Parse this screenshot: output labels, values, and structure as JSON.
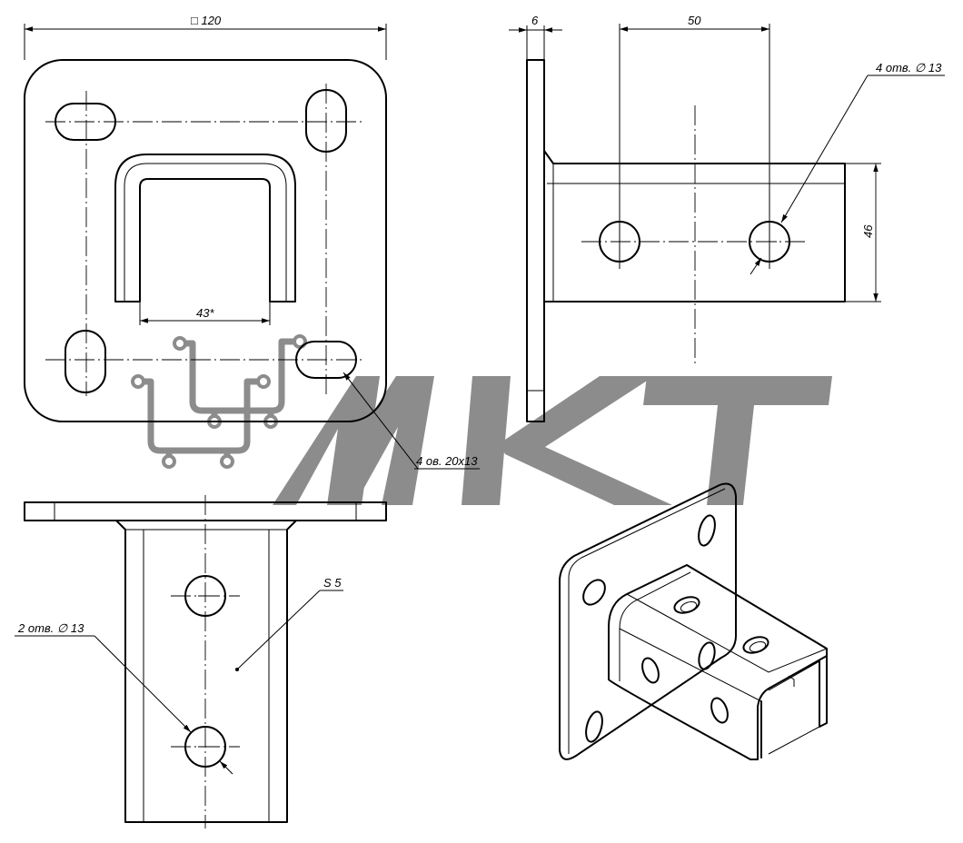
{
  "drawing": {
    "dimensions": {
      "plate_size": "□ 120",
      "plate_thickness": "6",
      "hole_spacing": "50",
      "channel_height": "46",
      "channel_inner_width": "43*"
    },
    "callouts": {
      "side_holes": "4 отв. ∅ 13",
      "plate_slots": "4 ов. 20x13",
      "bottom_holes": "2 отв. ∅ 13",
      "thickness": "S 5"
    }
  },
  "watermark": {
    "text": "МКТ",
    "color": "#8c8c8c"
  },
  "colors": {
    "line": "#000000",
    "background": "#ffffff"
  }
}
